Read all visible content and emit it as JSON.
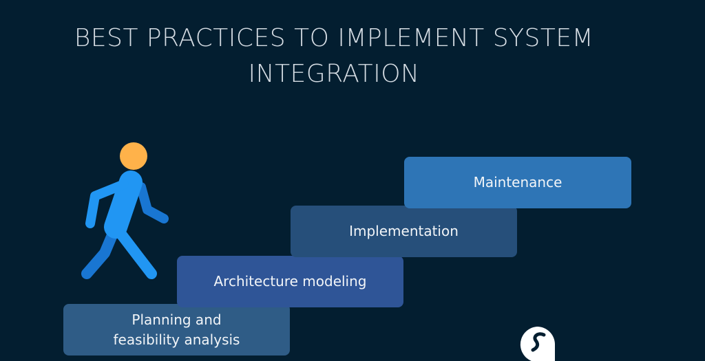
{
  "title": "BEST PRACTICES TO IMPLEMENT SYSTEM INTEGRATION",
  "steps": [
    {
      "label": "Planning and feasibility analysis",
      "line1": "Planning and",
      "line2": "feasibility analysis",
      "color": "#2f5c86"
    },
    {
      "label": "Architecture modeling",
      "color": "#2f5597"
    },
    {
      "label": "Implementation",
      "color": "#264f7a"
    },
    {
      "label": "Maintenance",
      "color": "#2e75b6"
    }
  ],
  "colors": {
    "background": "#031e30",
    "head": "#ffb24a",
    "body": "#2196f3",
    "body_dark": "#1976d2"
  }
}
